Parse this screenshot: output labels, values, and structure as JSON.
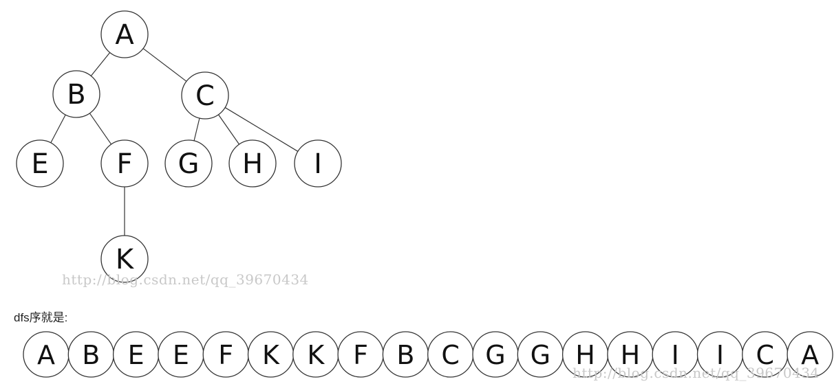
{
  "tree": {
    "nodes": [
      {
        "id": "A",
        "label": "A"
      },
      {
        "id": "B",
        "label": "B"
      },
      {
        "id": "C",
        "label": "C"
      },
      {
        "id": "E",
        "label": "E"
      },
      {
        "id": "F",
        "label": "F"
      },
      {
        "id": "G",
        "label": "G"
      },
      {
        "id": "H",
        "label": "H"
      },
      {
        "id": "I",
        "label": "I"
      },
      {
        "id": "K",
        "label": "K"
      }
    ],
    "edges": [
      [
        "A",
        "B"
      ],
      [
        "A",
        "C"
      ],
      [
        "B",
        "E"
      ],
      [
        "B",
        "F"
      ],
      [
        "C",
        "G"
      ],
      [
        "C",
        "H"
      ],
      [
        "C",
        "I"
      ],
      [
        "F",
        "K"
      ]
    ]
  },
  "caption": "dfs序就是:",
  "dfs_sequence": [
    "A",
    "B",
    "E",
    "E",
    "F",
    "K",
    "K",
    "F",
    "B",
    "C",
    "G",
    "G",
    "H",
    "H",
    "I",
    "I",
    "C",
    "A"
  ],
  "watermark": "http://blog.csdn.net/qq_39670434"
}
